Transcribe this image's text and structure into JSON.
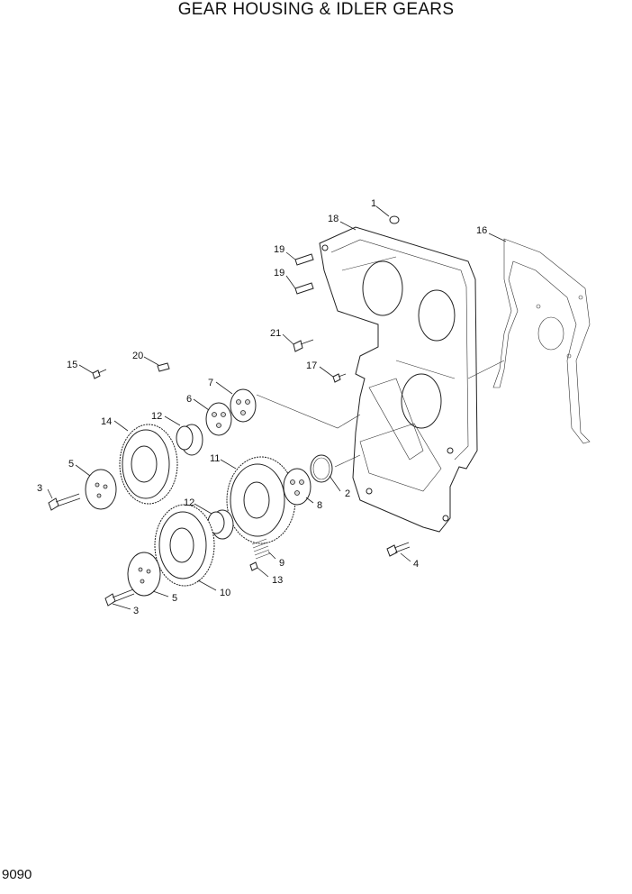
{
  "title": "GEAR HOUSING & IDLER GEARS",
  "page_code": "9090",
  "callouts": {
    "c1": "1",
    "c18": "18",
    "c19a": "19",
    "c19b": "19",
    "c16": "16",
    "c21": "21",
    "c17": "17",
    "c15": "15",
    "c20": "20",
    "c7": "7",
    "c6": "6",
    "c12a": "12",
    "c14": "14",
    "c5a": "5",
    "c3a": "3",
    "c11": "11",
    "c2": "2",
    "c8": "8",
    "c12b": "12",
    "c9": "9",
    "c13": "13",
    "c4": "4",
    "c10": "10",
    "c5b": "5",
    "c3b": "3"
  }
}
